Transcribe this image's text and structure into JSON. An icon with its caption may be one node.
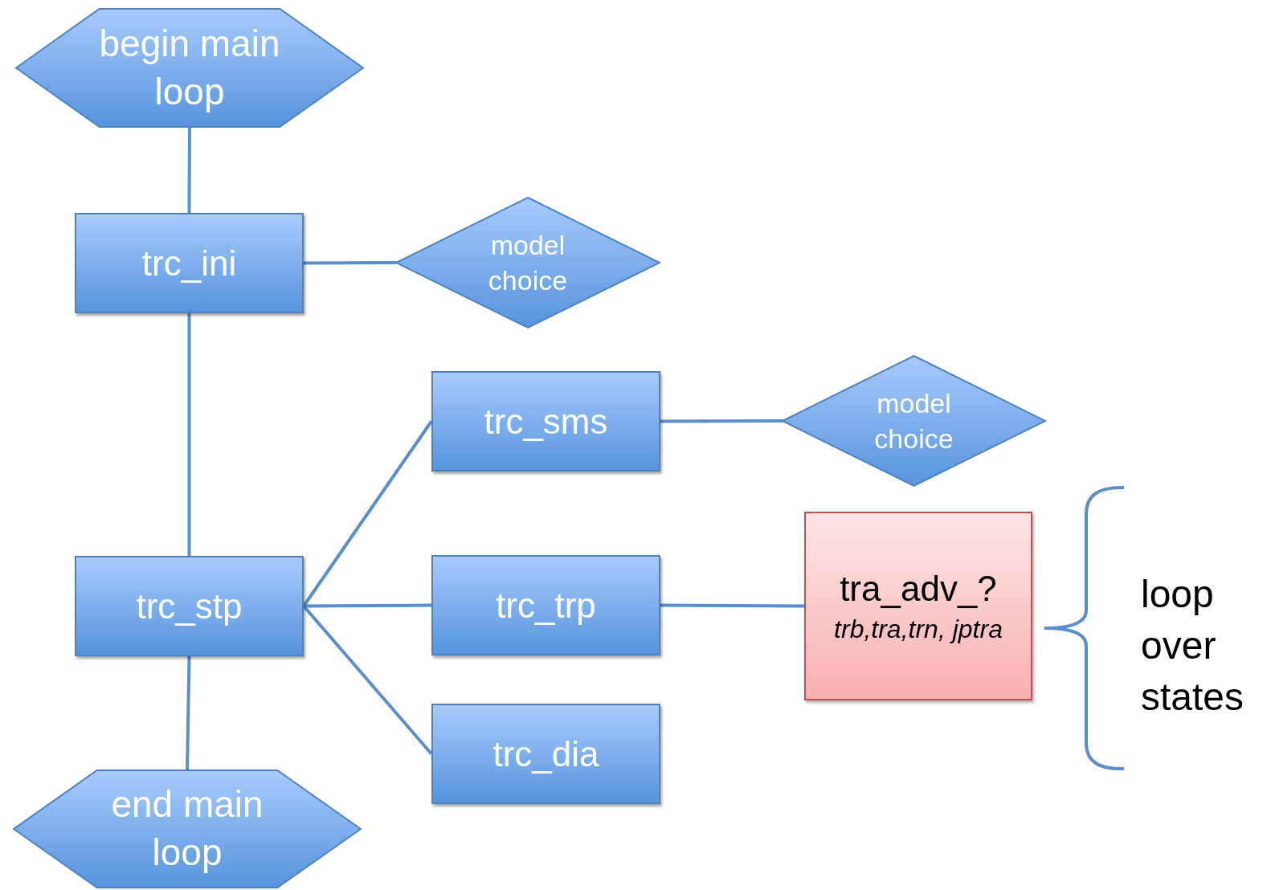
{
  "diagram": {
    "nodes": [
      {
        "text": [
          "begin main loop"
        ]
      },
      {
        "text": [
          "trc_ini"
        ]
      },
      {
        "text": [
          "model choice"
        ]
      },
      {
        "text": [
          "trc_stp"
        ]
      },
      {
        "text": [
          "trc_sms"
        ]
      },
      {
        "text": [
          "model choice"
        ]
      },
      {
        "text": [
          "trc_trp"
        ]
      },
      {
        "text": [
          "tra_adv_?",
          "trb,tra,trn, jptra"
        ]
      },
      {
        "text": [
          "trc_dia"
        ]
      },
      {
        "text": [
          "end main loop"
        ]
      }
    ],
    "edges": [
      {
        "from": 0,
        "to": 1,
        "arrow": "none"
      },
      {
        "from": 1,
        "to": 2,
        "arrow": "none"
      },
      {
        "from": 1,
        "to": 3,
        "arrow": "none"
      },
      {
        "from": 3,
        "to": 4,
        "arrow": "none"
      },
      {
        "from": 3,
        "to": 6,
        "arrow": "none"
      },
      {
        "from": 3,
        "to": 8,
        "arrow": "none"
      },
      {
        "from": 4,
        "to": 5,
        "arrow": "none"
      },
      {
        "from": 6,
        "to": 7,
        "arrow": "none"
      },
      {
        "from": 3,
        "to": 9,
        "arrow": "none"
      }
    ],
    "labels": [
      "loop over states"
    ]
  }
}
